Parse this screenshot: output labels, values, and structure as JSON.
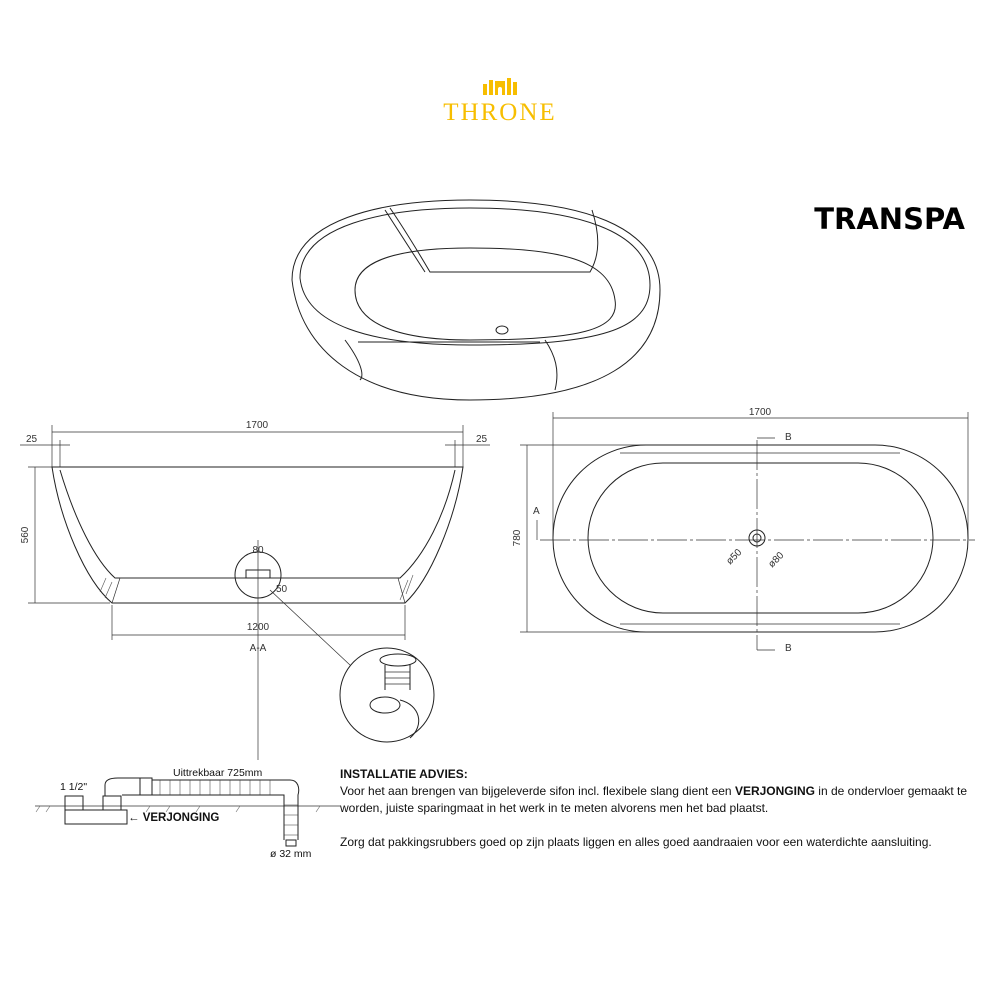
{
  "brand": {
    "name": "THRONE",
    "color": "#F7BE00"
  },
  "product": {
    "title": "TRANSPA"
  },
  "side_view": {
    "width_label": "1700",
    "left_rim_label": "25",
    "right_rim_label": "25",
    "height_label": "560",
    "drain_outer_label": "80",
    "drain_inner_label": "50",
    "base_label": "1200",
    "section_label": "A-A"
  },
  "top_view": {
    "width_label": "1700",
    "depth_label": "780",
    "section_b_top": "B",
    "section_b_bottom": "B",
    "section_a": "A",
    "drain_inner_label": "ø50",
    "drain_outer_label": "ø80"
  },
  "siphon": {
    "extend_label": "Uittrekbaar 725mm",
    "thread_label": "1 1/2\"",
    "reducer_label": "← VERJONGING",
    "hose_label": "ø 32 mm"
  },
  "instructions": {
    "heading": "INSTALLATIE ADVIES:",
    "p1_before": "Voor het aan brengen van bijgeleverde sifon incl. flexibele slang dient een ",
    "p1_bold": "VERJONGING",
    "p1_after": " in de ondervloer gemaakt te worden, juiste sparingmaat in het werk in te meten alvorens men het bad plaatst.",
    "p2": "Zorg dat pakkingsrubbers goed op zijn plaats liggen en alles goed aandraaien voor een waterdichte aansluiting."
  }
}
